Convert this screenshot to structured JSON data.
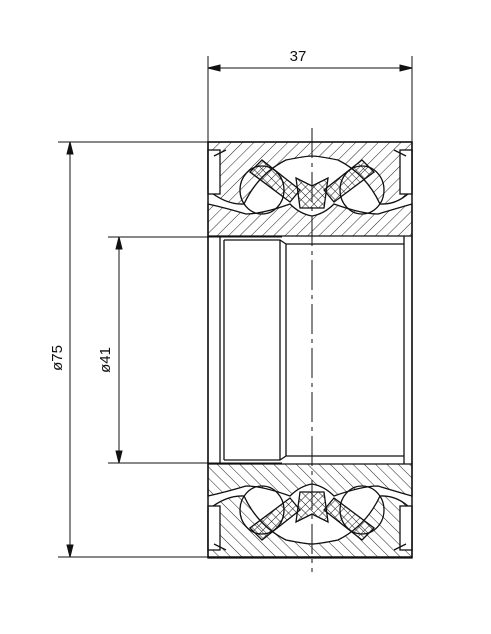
{
  "dimensions": {
    "width_label": "37",
    "outer_diameter_label": "ø75",
    "inner_diameter_label": "ø41"
  },
  "colors": {
    "line": "#111111",
    "background": "#ffffff"
  }
}
